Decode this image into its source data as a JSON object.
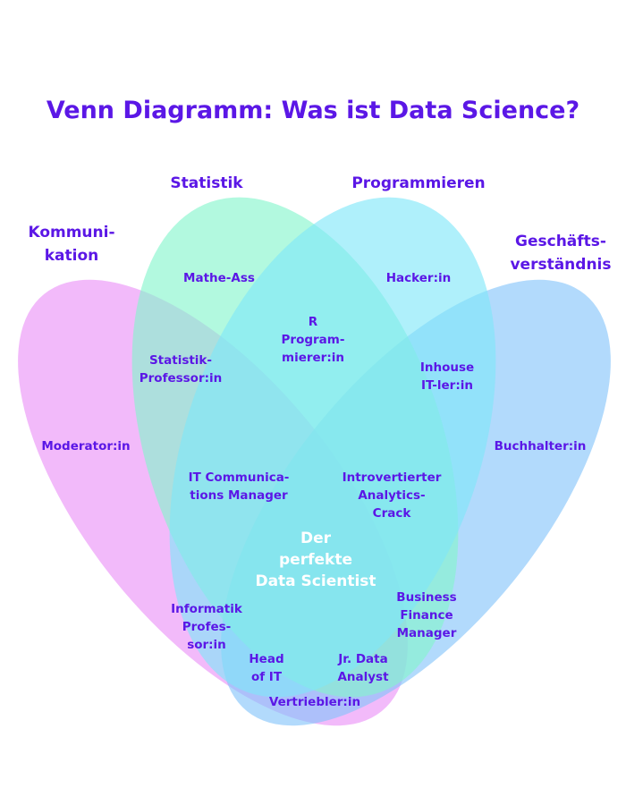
{
  "title": "Venn Diagramm: Was ist Data Science?",
  "sets": {
    "kommunikation": {
      "lines": [
        "Kommuni-",
        "kation"
      ],
      "color": "#ea8ff7"
    },
    "statistik": {
      "lines": [
        "Statistik"
      ],
      "color": "#82f5cc"
    },
    "programmieren": {
      "lines": [
        "Programmieren"
      ],
      "color": "#7ee6f9"
    },
    "geschaeft": {
      "lines": [
        "Geschäfts-",
        "verständnis"
      ],
      "color": "#82c4fa"
    }
  },
  "regions": {
    "mathe": [
      "Mathe-Ass"
    ],
    "hacker": [
      "Hacker:in"
    ],
    "r_prog": [
      "R",
      "Program-",
      "mierer:in"
    ],
    "stat_prof": [
      "Statistik-",
      "Professor:in"
    ],
    "inhouse": [
      "Inhouse",
      "IT-ler:in"
    ],
    "moderator": [
      "Moderator:in"
    ],
    "buchhalter": [
      "Buchhalter:in"
    ],
    "it_comm": [
      "IT Communica-",
      "tions Manager"
    ],
    "introvert": [
      "Introvertierter",
      "Analytics-",
      "Crack"
    ],
    "center": [
      "Der",
      "perfekte",
      "Data Scientist"
    ],
    "inf_prof": [
      "Informatik",
      "Profes-",
      "sor:in"
    ],
    "business": [
      "Business",
      "Finance",
      "Manager"
    ],
    "head_it": [
      "Head",
      "of IT"
    ],
    "jr_data": [
      "Jr. Data",
      "Analyst"
    ],
    "vertrieb": [
      "Vertriebler:in"
    ]
  }
}
